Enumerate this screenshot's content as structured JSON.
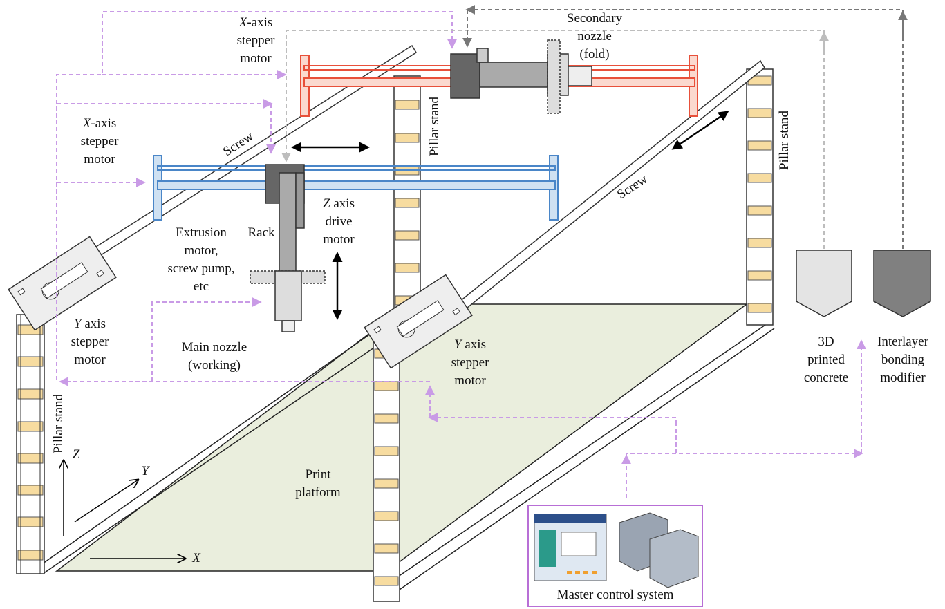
{
  "labels": {
    "x_motor_top": {
      "l1_prefix": "X",
      "l1_suffix": "-axis",
      "l2": "stepper",
      "l3": "motor"
    },
    "x_motor_left": {
      "l1_prefix": "X",
      "l1_suffix": "-axis",
      "l2": "stepper",
      "l3": "motor"
    },
    "secondary_nozzle": {
      "l1": "Secondary",
      "l2": "nozzle",
      "l3": "(fold)"
    },
    "screw_left": "Screw",
    "screw_right": "Screw",
    "pillar_center": "Pillar stand",
    "pillar_right": "Pillar stand",
    "pillar_left": "Pillar stand",
    "z_drive": {
      "l1_prefix": "Z",
      "l1_suffix": " axis",
      "l2": "drive",
      "l3": "motor"
    },
    "rack": "Rack",
    "extrusion": {
      "l1": "Extrusion",
      "l2": "motor,",
      "l3": "screw pump,",
      "l4": "etc"
    },
    "y_motor_left": {
      "l1_prefix": "Y",
      "l1_suffix": " axis",
      "l2": "stepper",
      "l3": "motor"
    },
    "y_motor_center": {
      "l1_prefix": "Y",
      "l1_suffix": " axis",
      "l2": "stepper",
      "l3": "motor"
    },
    "main_nozzle": {
      "l1": "Main nozzle",
      "l2": "(working)"
    },
    "concrete": {
      "l1": "3D",
      "l2": "printed",
      "l3": "concrete"
    },
    "modifier": {
      "l1": "Interlayer",
      "l2": "bonding",
      "l3": "modifier"
    },
    "print_platform": {
      "l1": "Print",
      "l2": "platform"
    },
    "master_control": "Master control system",
    "axis_x": "X",
    "axis_y": "Y",
    "axis_z": "Z"
  },
  "colors": {
    "control_line": "#c99be6",
    "concrete_line": "#bdbdbd",
    "modifier_line": "#777777",
    "red_gantry": "#e8503a",
    "blue_gantry": "#4a86c8",
    "pillar_fill": "#f7dca0",
    "platform_fill": "#eaeedd",
    "master_box": "#b86fd6"
  }
}
